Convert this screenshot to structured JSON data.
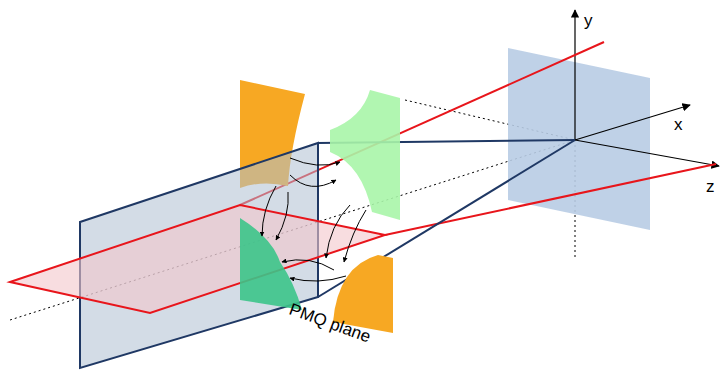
{
  "diagram": {
    "labels": [
      "y",
      "x",
      "z",
      "PMQ plane"
    ]
  }
}
